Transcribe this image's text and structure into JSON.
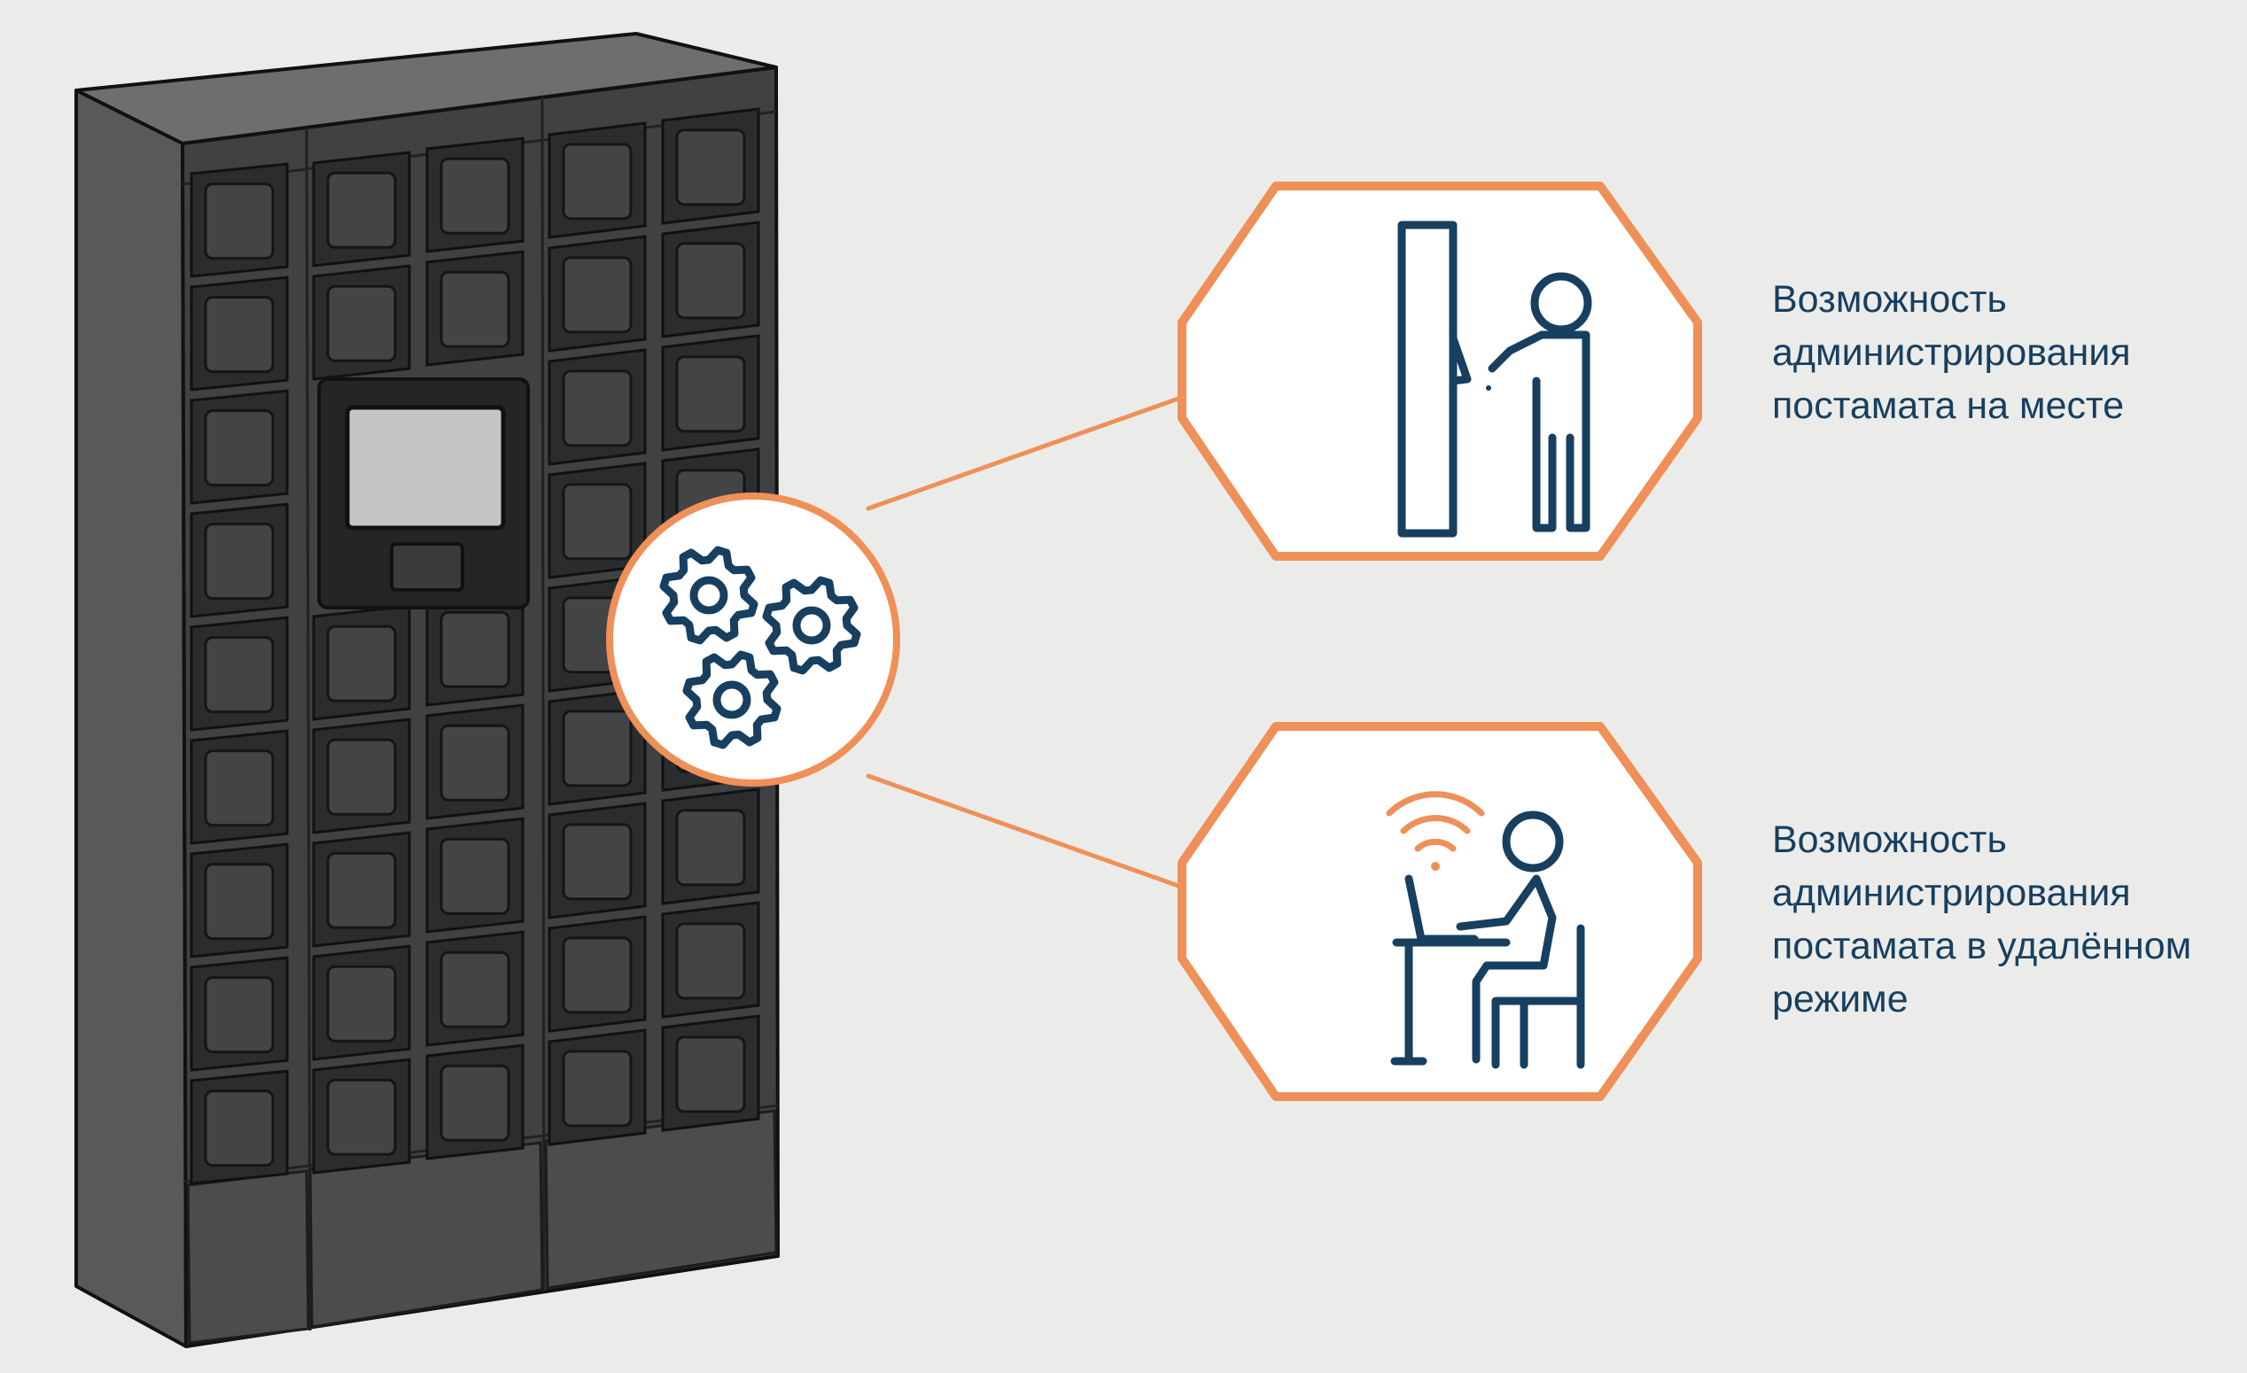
{
  "colors": {
    "background": "#ebecea",
    "accent_orange": "#ef9058",
    "icon_navy": "#173f5f",
    "cabinet_front": "#3f4143",
    "cabinet_side": "#57595b",
    "cabinet_top": "#6c6e70",
    "locker_cell": "#2b2c2e",
    "screen": "#c3c4c5"
  },
  "diagram": {
    "hub": {
      "icon": "gears-icon"
    },
    "options": [
      {
        "icon": "person-at-locker-icon",
        "caption_lines": [
          "Возможность",
          "администрирования",
          "постамата на месте"
        ]
      },
      {
        "icon": "person-at-laptop-wifi-icon",
        "caption_lines": [
          "Возможность",
          "администрирования",
          "постамата в удалённом",
          "режиме"
        ]
      }
    ]
  }
}
